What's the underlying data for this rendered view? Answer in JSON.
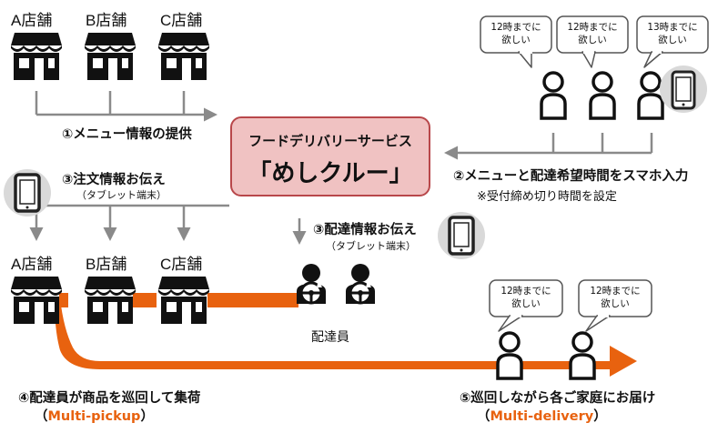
{
  "stores_top": [
    "A店舗",
    "B店舗",
    "C店舗"
  ],
  "stores_bottom": [
    "A店舗",
    "B店舗",
    "C店舗"
  ],
  "step1": "①メニュー情報の提供",
  "step2": "②メニューと配達希望時間をスマホ入力",
  "step2_note": "※受付締め切り時間を設定",
  "step3_stores": "③注文情報お伝え",
  "step3_stores_sub": "（タブレット端末）",
  "step3_drivers": "③配達情報お伝え",
  "step3_drivers_sub": "（タブレット端末）",
  "step4": "④配達員が商品を巡回して集荷",
  "step4_sub": "Multi-pickup",
  "step5": "⑤巡回しながら各ご家庭にお届け",
  "step5_sub": "Multi-delivery",
  "service": {
    "line1": "フードデリバリーサービス",
    "line2": "「めしクルー」"
  },
  "driver_label": "配達員",
  "customer_bubbles_top": [
    {
      "time": "12時までに",
      "want": "欲しい"
    },
    {
      "time": "12時までに",
      "want": "欲しい"
    },
    {
      "time": "13時までに",
      "want": "欲しい"
    }
  ],
  "customer_bubbles_bottom": [
    {
      "time": "12時までに",
      "want": "欲しい"
    },
    {
      "time": "12時までに",
      "want": "欲しい"
    }
  ],
  "colors": {
    "accent": "#e8620f",
    "box_fill": "#f0c2c2",
    "box_border": "#b8474a",
    "arrow_gray": "#8a8a8a"
  }
}
